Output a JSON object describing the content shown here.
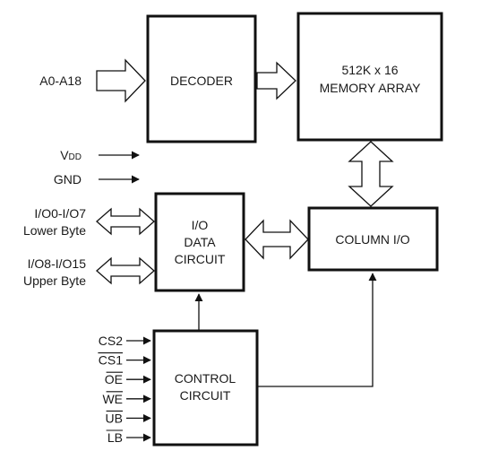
{
  "blocks": {
    "decoder": "DECODER",
    "memory_line1": "512K x 16",
    "memory_line2": "MEMORY ARRAY",
    "io_line1": "I/O",
    "io_line2": "DATA",
    "io_line3": "CIRCUIT",
    "column_io": "COLUMN I/O",
    "control_line1": "CONTROL",
    "control_line2": "CIRCUIT"
  },
  "signals": {
    "address": "A0-A18",
    "vdd_main": "V",
    "vdd_sub": "DD",
    "gnd": "GND",
    "io_low": "I/O0-I/O7",
    "io_low_desc": "Lower Byte",
    "io_high": "I/O8-I/O15",
    "io_high_desc": "Upper Byte"
  },
  "control_pins": [
    "CS2",
    "CS1",
    "OE",
    "WE",
    "UB",
    "LB"
  ],
  "control_pins_active_low": [
    false,
    true,
    true,
    true,
    true,
    true
  ]
}
